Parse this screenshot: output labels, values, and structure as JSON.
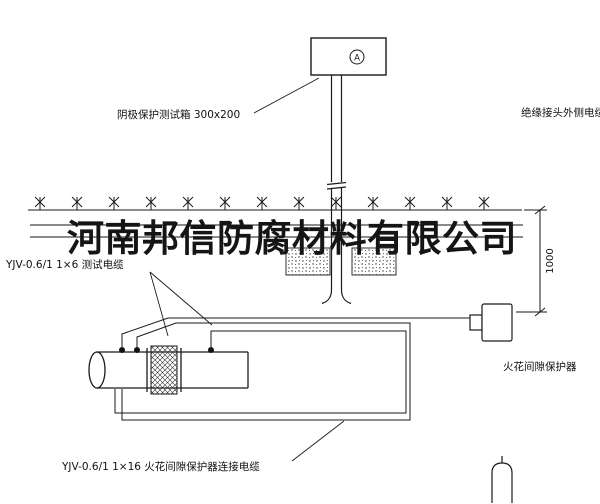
{
  "labels": {
    "test_box": "阴极保护测试箱 300x200",
    "meter": "A",
    "right_cable": "绝缘接头外侧电缆",
    "test_cable": "YJV-0.6/1  1×6  测试电缆",
    "dimension": "1000",
    "spark_protector": "火花间隙保护器",
    "bottom_cable": "YJV-0.6/1  1×16  火花间隙保护器连接电缆"
  },
  "watermark": {
    "text": "河南邦信防腐材料有限公司"
  },
  "colors": {
    "line": "#1a1a1a",
    "background": "#ffffff",
    "watermark": "#151515"
  }
}
